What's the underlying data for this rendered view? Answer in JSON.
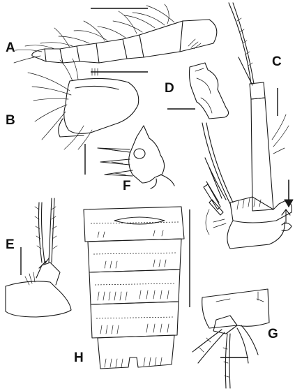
{
  "figure": {
    "panels": [
      {
        "id": "A",
        "name": "panel-a"
      },
      {
        "id": "B",
        "name": "panel-b"
      },
      {
        "id": "C",
        "name": "panel-c"
      },
      {
        "id": "D",
        "name": "panel-d"
      },
      {
        "id": "E",
        "name": "panel-e"
      },
      {
        "id": "F",
        "name": "panel-f"
      },
      {
        "id": "G",
        "name": "panel-g"
      },
      {
        "id": "H",
        "name": "panel-h"
      }
    ],
    "ink_color": "#1a1a1a",
    "background_color": "#ffffff"
  }
}
